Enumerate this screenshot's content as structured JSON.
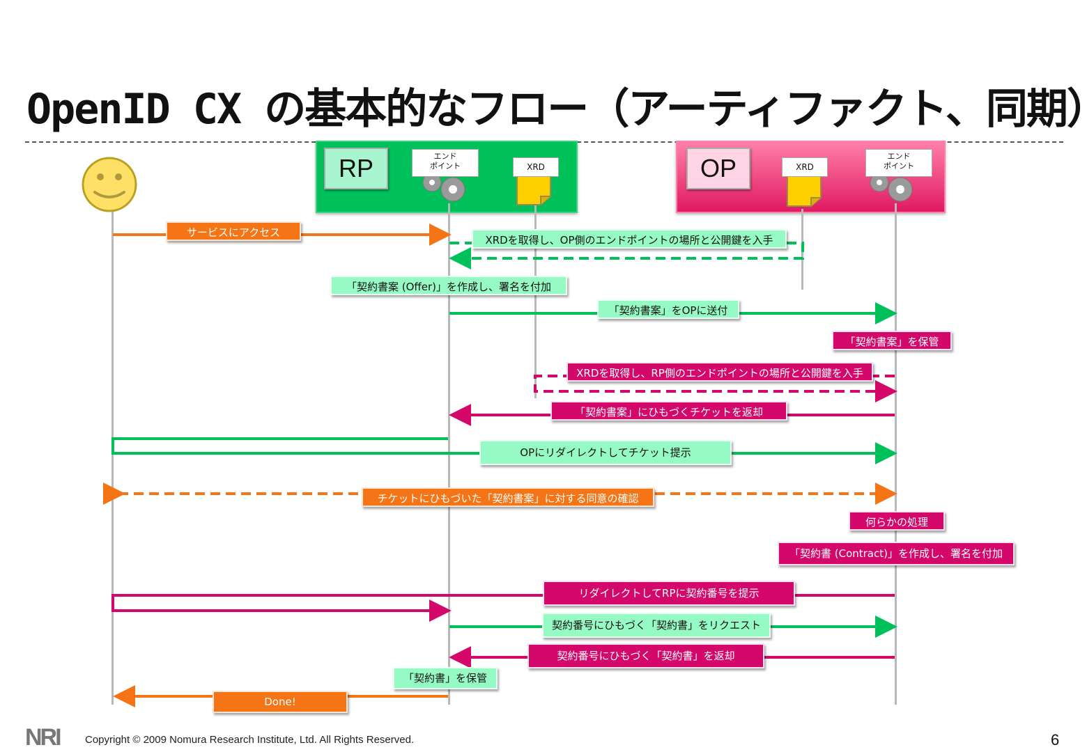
{
  "slide": {
    "title": "OpenID CX の基本的なフロー（アーティファクト、同期）",
    "page_number": "6",
    "copyright": "Copyright © 2009 Nomura Research Institute, Ltd. All Rights Reserved.",
    "logo_text": "NRI"
  },
  "parties": {
    "rp": {
      "label": "RP",
      "endpoint": "エンド\nポイント",
      "xrd": "XRD"
    },
    "op": {
      "label": "OP",
      "endpoint": "エンド\nポイント",
      "xrd": "XRD"
    }
  },
  "colors": {
    "orange": "#f57415",
    "green": "#00c05a",
    "pink": "#d3086a",
    "lifeline": "#b8b8b8"
  },
  "messages": [
    {
      "id": "access",
      "text": "サービスにアクセス",
      "color": "orange"
    },
    {
      "id": "rp-get-xrd",
      "text": "XRDを取得し、OP側のエンドポイントの場所と公開鍵を入手",
      "color": "green"
    },
    {
      "id": "create-offer",
      "text": "「契約書案 (Offer)」を作成し、署名を付加",
      "color": "green"
    },
    {
      "id": "send-offer",
      "text": "「契約書案」をOPに送付",
      "color": "green"
    },
    {
      "id": "store-offer",
      "text": "「契約書案」を保管",
      "color": "pink"
    },
    {
      "id": "op-get-xrd",
      "text": "XRDを取得し、RP側のエンドポイントの場所と公開鍵を入手",
      "color": "pink"
    },
    {
      "id": "return-ticket",
      "text": "「契約書案」にひもづくチケットを返却",
      "color": "pink"
    },
    {
      "id": "redirect-ticket",
      "text": "OPにリダイレクトしてチケット提示",
      "color": "green"
    },
    {
      "id": "consent",
      "text": "チケットにひもづいた「契約書案」に対する同意の確認",
      "color": "orange"
    },
    {
      "id": "processing",
      "text": "何らかの処理",
      "color": "pink"
    },
    {
      "id": "create-contract",
      "text": "「契約書 (Contract)」を作成し、署名を付加",
      "color": "pink"
    },
    {
      "id": "redirect-contract-no",
      "text": "リダイレクトしてRPに契約番号を提示",
      "color": "pink"
    },
    {
      "id": "request-contract",
      "text": "契約番号にひもづく「契約書」をリクエスト",
      "color": "green"
    },
    {
      "id": "return-contract",
      "text": "契約番号にひもづく「契約書」を返却",
      "color": "pink"
    },
    {
      "id": "store-contract",
      "text": "「契約書」を保管",
      "color": "green"
    },
    {
      "id": "done",
      "text": "Done!",
      "color": "orange"
    }
  ]
}
